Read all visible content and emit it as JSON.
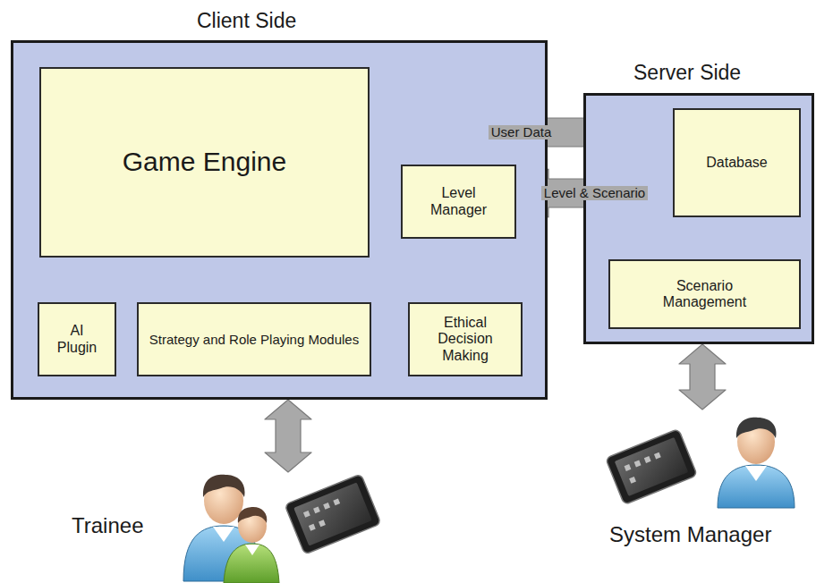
{
  "diagram": {
    "nodes": [
      {
        "text": [
          "Client Side"
        ]
      },
      {
        "text": [
          "Game Engine"
        ],
        "in": 0
      },
      {
        "text": [
          "Level Manager"
        ],
        "in": 0
      },
      {
        "text": [
          "AI Plugin"
        ],
        "in": 0
      },
      {
        "text": [
          "Strategy and Role Playing Modules"
        ],
        "in": 0
      },
      {
        "text": [
          "Ethical Decision Making"
        ],
        "in": 0
      },
      {
        "text": [
          "Server Side"
        ]
      },
      {
        "text": [
          "Database"
        ],
        "in": 6
      },
      {
        "text": [
          "Scenario Management"
        ],
        "in": 6
      },
      {
        "text": [
          "Trainee"
        ]
      },
      {
        "text": [
          "System Manager"
        ]
      }
    ],
    "edges": [
      {
        "from": 1,
        "to": 7,
        "label": "User Data",
        "arrow": "both"
      },
      {
        "from": 1,
        "to": 2,
        "arrow": "both"
      },
      {
        "from": 2,
        "to": 7,
        "label": "Level & Scenario",
        "arrow": "both"
      },
      {
        "from": 3,
        "to": 1,
        "arrow": "to"
      },
      {
        "from": 4,
        "to": 1,
        "arrow": "to"
      },
      {
        "from": 5,
        "to": 4,
        "arrow": "to"
      },
      {
        "from": 7,
        "to": 8,
        "arrow": "both"
      },
      {
        "from": 0,
        "to": 9,
        "arrow": "both"
      },
      {
        "from": 6,
        "to": 10,
        "arrow": "both"
      }
    ]
  }
}
